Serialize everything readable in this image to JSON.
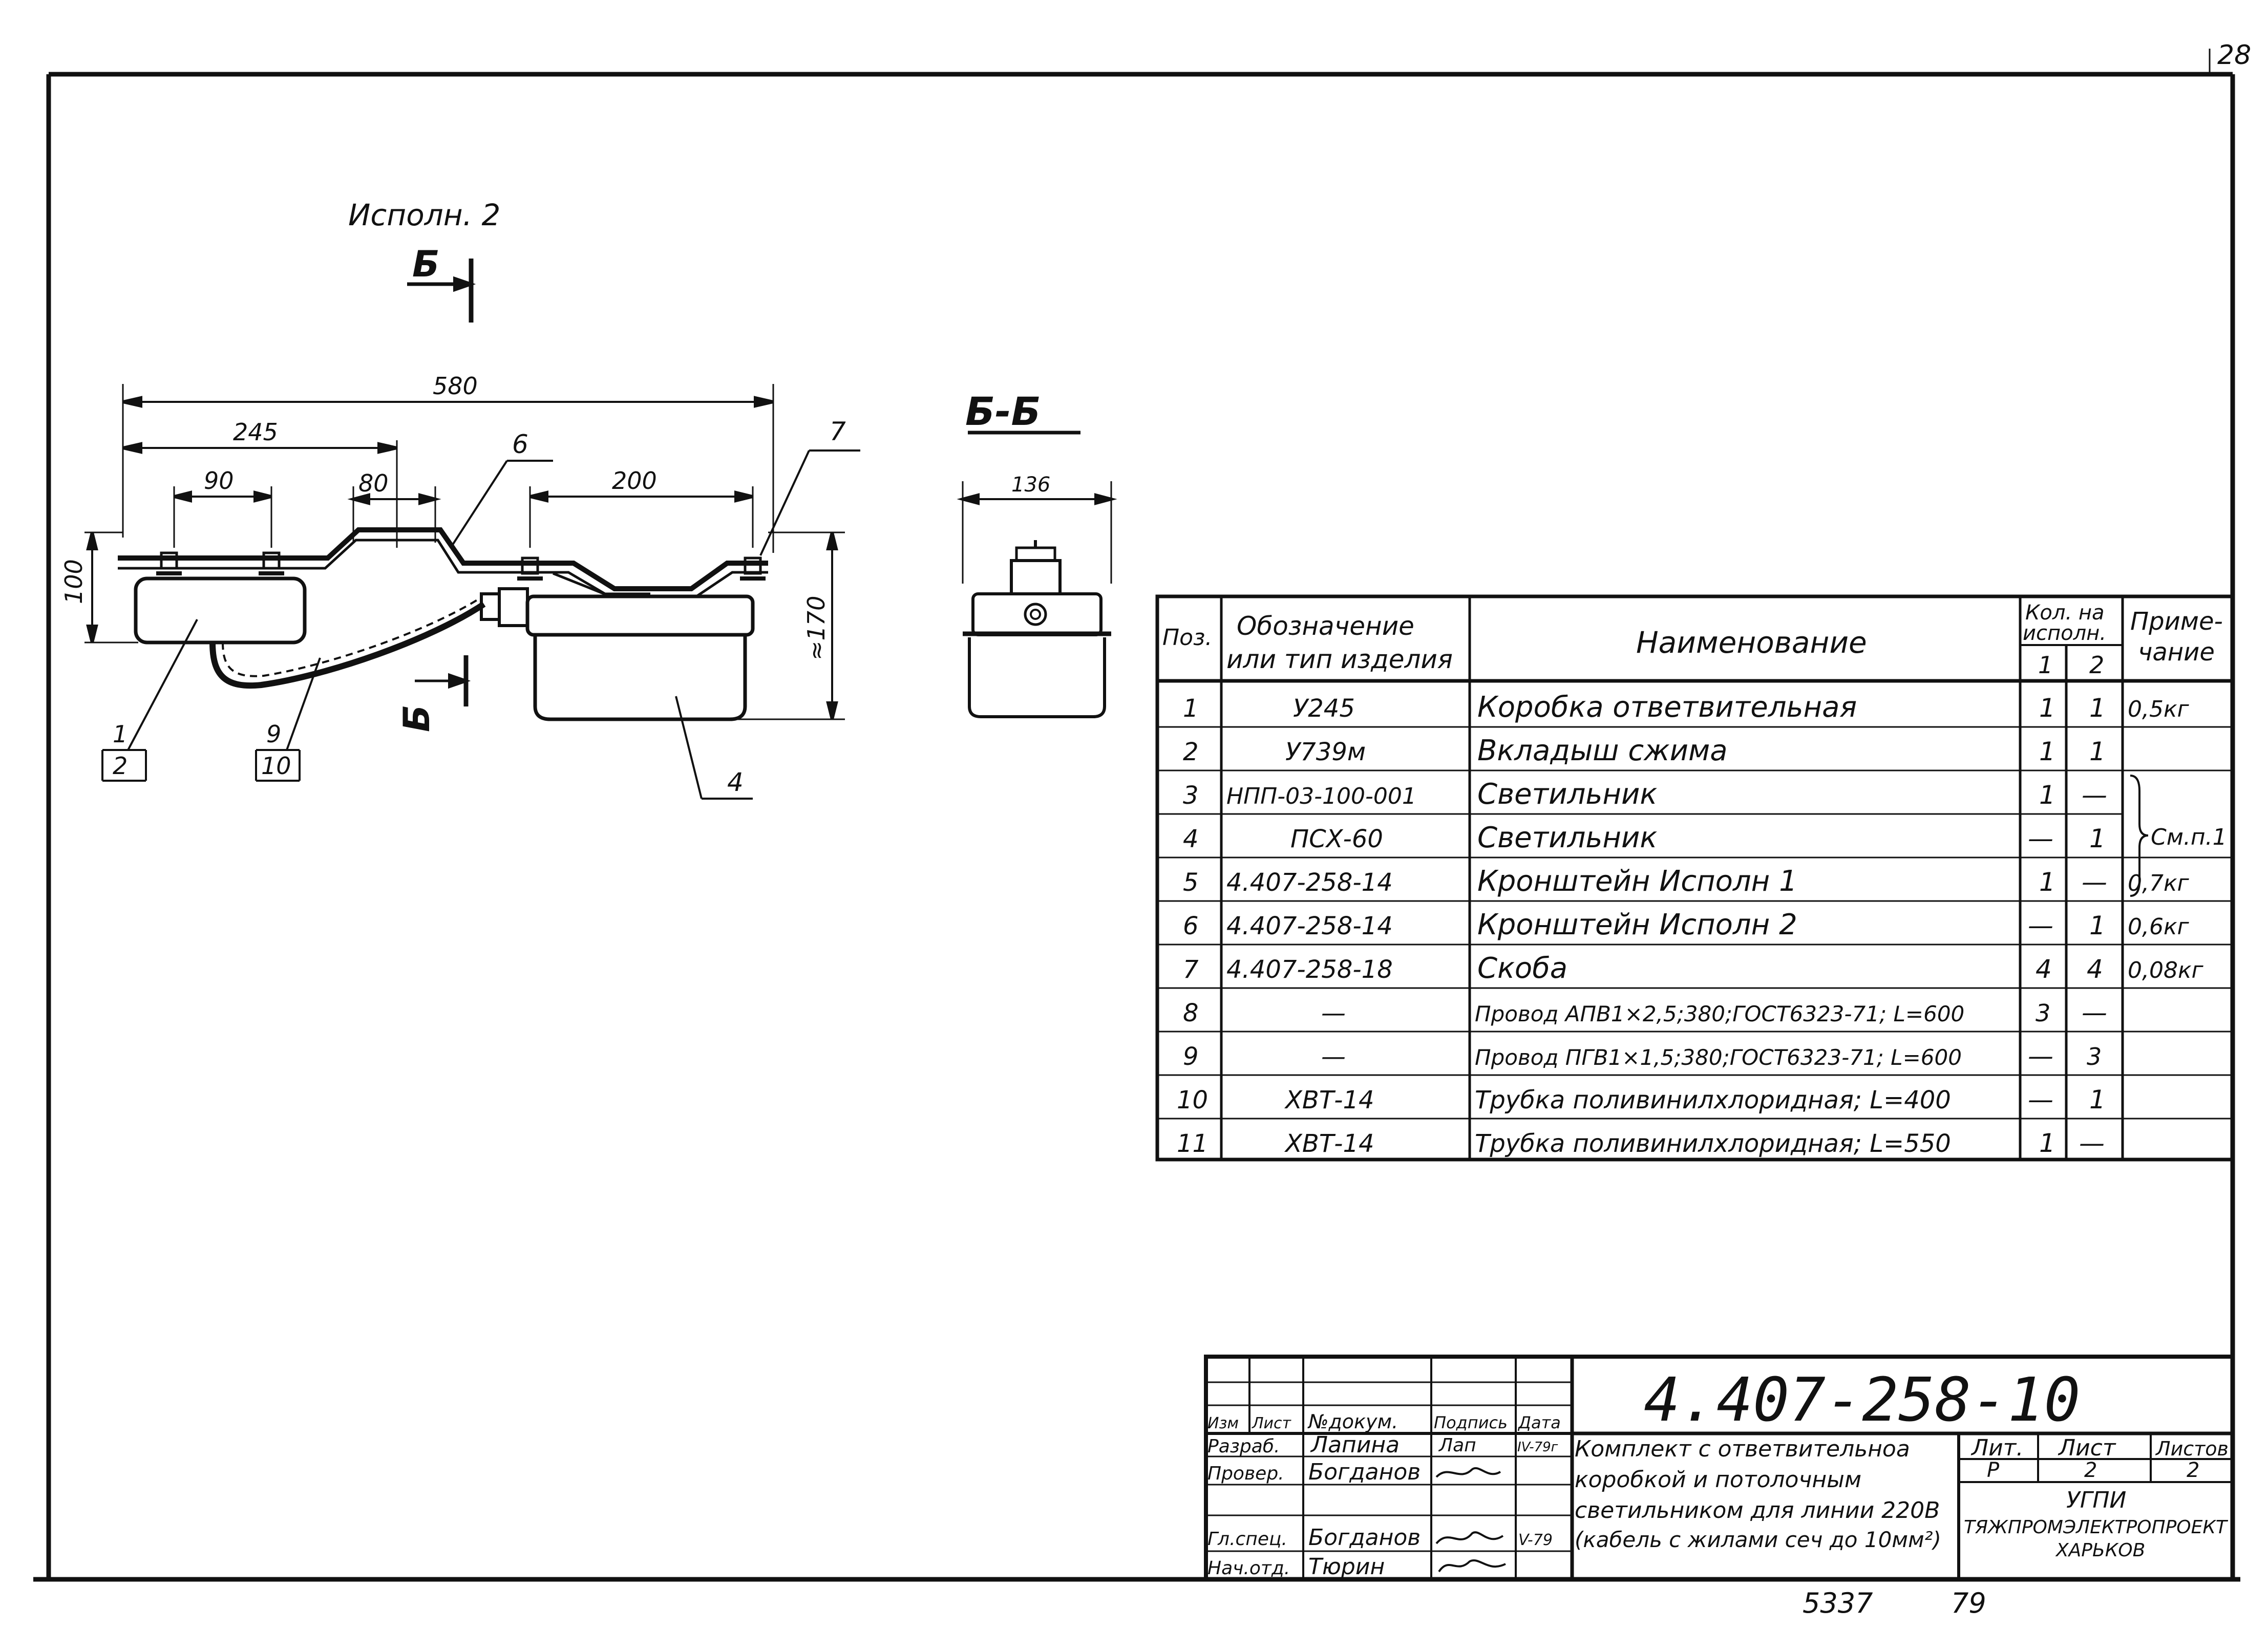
{
  "sheet_number": "28",
  "drawing": {
    "variant_label": "Исполн. 2",
    "section_mark": "Б",
    "section_title": "Б-Б",
    "dimensions": {
      "overall": "580",
      "left_part": "245",
      "box_mounts": "90",
      "offset": "80",
      "right_part": "200",
      "height_left": "100",
      "height_right": "≈170",
      "section_width": "136"
    },
    "callouts": {
      "p1": "1",
      "p2": "2",
      "p9": "9",
      "p10": "10",
      "p6": "6",
      "p7": "7",
      "p4": "4"
    }
  },
  "spec_table": {
    "headers": {
      "pos": "Поз.",
      "designation_line1": "Обозначение",
      "designation_line2": "или тип изделия",
      "name": "Наименование",
      "qty_line1": "Кол. на",
      "qty_line2": "исполн.",
      "qty_col1": "1",
      "qty_col2": "2",
      "note_line1": "Приме-",
      "note_line2": "чание"
    },
    "rows": [
      {
        "pos": "1",
        "designation": "У245",
        "name": "Коробка ответвительная",
        "q1": "1",
        "q2": "1",
        "note": "0,5кг"
      },
      {
        "pos": "2",
        "designation": "У739м",
        "name": "Вкладыш сжима",
        "q1": "1",
        "q2": "1",
        "note": ""
      },
      {
        "pos": "3",
        "designation": "НПП-03-100-001",
        "name": "Светильник",
        "q1": "1",
        "q2": "—",
        "note": ""
      },
      {
        "pos": "4",
        "designation": "ПСХ-60",
        "name": "Светильник",
        "q1": "—",
        "q2": "1",
        "note": ""
      },
      {
        "pos": "5",
        "designation": "4.407-258-14",
        "name": "Кронштейн Исполн 1",
        "q1": "1",
        "q2": "—",
        "note": "0,7кг"
      },
      {
        "pos": "6",
        "designation": "4.407-258-14",
        "name": "Кронштейн Исполн 2",
        "q1": "—",
        "q2": "1",
        "note": "0,6кг"
      },
      {
        "pos": "7",
        "designation": "4.407-258-18",
        "name": "Скоба",
        "q1": "4",
        "q2": "4",
        "note": "0,08кг"
      },
      {
        "pos": "8",
        "designation": "—",
        "name": "Провод АПВ1×2,5;380;ГОСТ6323-71; L=600",
        "q1": "3",
        "q2": "—",
        "note": ""
      },
      {
        "pos": "9",
        "designation": "—",
        "name": "Провод ПГВ1×1,5;380;ГОСТ6323-71; L=600",
        "q1": "—",
        "q2": "3",
        "note": ""
      },
      {
        "pos": "10",
        "designation": "ХВТ-14",
        "name": "Трубка поливинилхлоридная; L=400",
        "q1": "—",
        "q2": "1",
        "note": ""
      },
      {
        "pos": "11",
        "designation": "ХВТ-14",
        "name": "Трубка поливинилхлоридная; L=550",
        "q1": "1",
        "q2": "—",
        "note": ""
      }
    ],
    "brace_note": "См.п.1"
  },
  "title_block": {
    "document_code": "4.407-258-10",
    "header_cells": {
      "izm": "Изм",
      "list": "Лист",
      "doc_no": "№докум.",
      "signature": "Подпись",
      "date": "Дата"
    },
    "roles": [
      {
        "role": "Разраб.",
        "name": "Лапина",
        "date": "IV-79г"
      },
      {
        "role": "Провер.",
        "name": "Богданов",
        "date": ""
      },
      {
        "role": "Гл.спец.",
        "name": "Богданов",
        "date": "V-79"
      },
      {
        "role": "Нач.отд.",
        "name": "Тюрин",
        "date": ""
      }
    ],
    "title_lines": [
      "Комплект с ответвительнoa",
      "коробкой и потолочным",
      "светильником для линии 220В",
      "(кабель с жилами сеч до 10мм²)"
    ],
    "lit_label": "Лит.",
    "sheet_label": "Лист",
    "sheets_label": "Листов",
    "lit_value": "Р",
    "sheet_value": "2",
    "sheets_value": "2",
    "org_lines": [
      "УГПИ",
      "ТЯЖПРОМЭЛЕКТРОПРОЕКТ",
      "ХАРЬКОВ"
    ]
  },
  "bottom_marks": {
    "left": "5337",
    "right": "79"
  }
}
